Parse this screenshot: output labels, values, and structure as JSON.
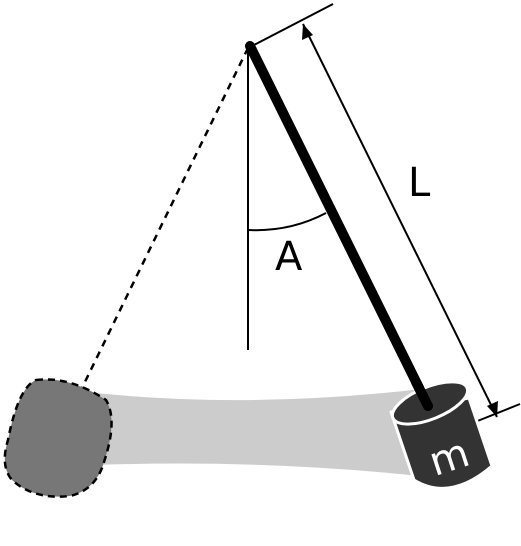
{
  "labels": {
    "length": "L",
    "angle": "A",
    "mass": "m"
  },
  "colors": {
    "swing_path": "#cccccc",
    "rod": "#000000",
    "mass_body": "#333333",
    "mass_ghost": "#777777",
    "lines": "#000000"
  }
}
